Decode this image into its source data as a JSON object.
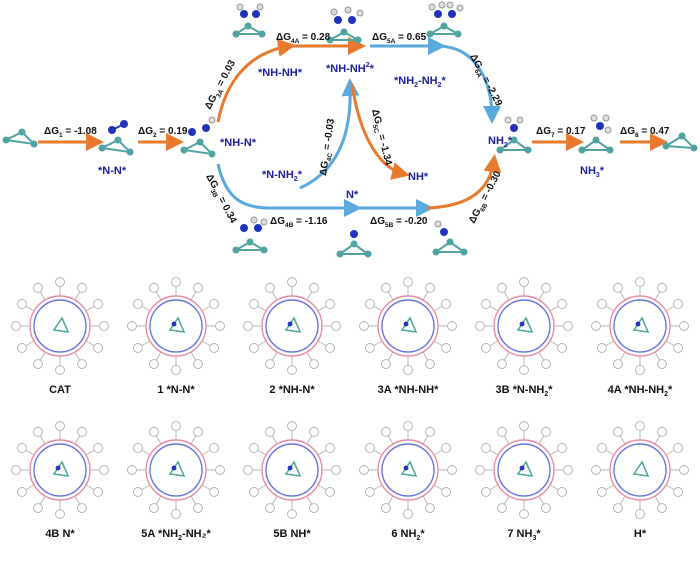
{
  "steps": {
    "g1": {
      "sym": "ΔG",
      "sub": "1",
      "val": " = -1.08"
    },
    "g2": {
      "sym": "ΔG",
      "sub": "2",
      "val": " = 0.19"
    },
    "g3a": {
      "sym": "ΔG",
      "sub": "3A",
      "val": " = 0.03"
    },
    "g3b": {
      "sym": "ΔG",
      "sub": "3B",
      "val": " = 0.34"
    },
    "g4a": {
      "sym": "ΔG",
      "sub": "4A",
      "val": " = 0.28"
    },
    "g4b": {
      "sym": "ΔG",
      "sub": "4B",
      "val": " = -1.16"
    },
    "g4c": {
      "sym": "ΔG",
      "sub": "4C",
      "val": " = -0.03"
    },
    "g5a": {
      "sym": "ΔG",
      "sub": "5A",
      "val": " = 0.65"
    },
    "g5b": {
      "sym": "ΔG",
      "sub": "5B",
      "val": " = -0.20"
    },
    "g5c": {
      "sym": "ΔG",
      "sub": "5C",
      "val": " = -1.34"
    },
    "g6a": {
      "sym": "ΔG",
      "sub": "6A",
      "val": " = -2.29"
    },
    "g6b": {
      "sym": "ΔG",
      "sub": "6B",
      "val": " = -0.30"
    },
    "g7": {
      "sym": "ΔG",
      "sub": "7",
      "val": " = 0.17"
    },
    "g8": {
      "sym": "ΔG",
      "sub": "8",
      "val": " = 0.47"
    }
  },
  "species": {
    "nn": {
      "text": "*N-N*"
    },
    "nhn": {
      "text": "*NH-N*"
    },
    "nhnh": {
      "text": "*NH-NH*"
    },
    "nhnh2": {
      "text": "*NH-NH",
      "sup": "2",
      "tail": "*"
    },
    "nh2nh2": {
      "text": "*NH",
      "sub": "2",
      "mid": "-NH",
      "sub2": "2",
      "tail": "*"
    },
    "nnh2": {
      "text": "*N-NH",
      "sub": "2",
      "tail": "*"
    },
    "n": {
      "text": "N*"
    },
    "nh": {
      "text": "NH*"
    },
    "nh2": {
      "text": "NH",
      "sub": "2",
      "tail": "*"
    },
    "nh3": {
      "text": "NH",
      "sub": "3",
      "tail": "*"
    }
  },
  "colors": {
    "orange": "#e87a2e",
    "blue": "#5aa9dc",
    "species": "#1f1f9e",
    "atom_n": "#2233bb",
    "atom_m": "#4fa3a0"
  },
  "structures": [
    {
      "prefix": "",
      "main": "CAT",
      "sub": "",
      "tail": ""
    },
    {
      "prefix": "1 ",
      "main": "*N-N*",
      "sub": "",
      "tail": ""
    },
    {
      "prefix": "2 ",
      "main": "*NH-N*",
      "sub": "",
      "tail": ""
    },
    {
      "prefix": "3A ",
      "main": "*NH-NH*",
      "sub": "",
      "tail": ""
    },
    {
      "prefix": "3B ",
      "main": "*N-NH",
      "sub": "2",
      "tail": "*"
    },
    {
      "prefix": "4A ",
      "main": "*NH-NH",
      "sub": "2",
      "tail": "*"
    },
    {
      "prefix": "4B ",
      "main": "N*",
      "sub": "",
      "tail": ""
    },
    {
      "prefix": "5A ",
      "main": "*NH",
      "sub": "2",
      "tail": "-NH₂*"
    },
    {
      "prefix": "5B ",
      "main": "NH*",
      "sub": "",
      "tail": ""
    },
    {
      "prefix": "6 ",
      "main": "NH",
      "sub": "2",
      "tail": "*"
    },
    {
      "prefix": "7 ",
      "main": "NH",
      "sub": "3",
      "tail": "*"
    },
    {
      "prefix": "",
      "main": "H*",
      "sub": "",
      "tail": ""
    }
  ]
}
